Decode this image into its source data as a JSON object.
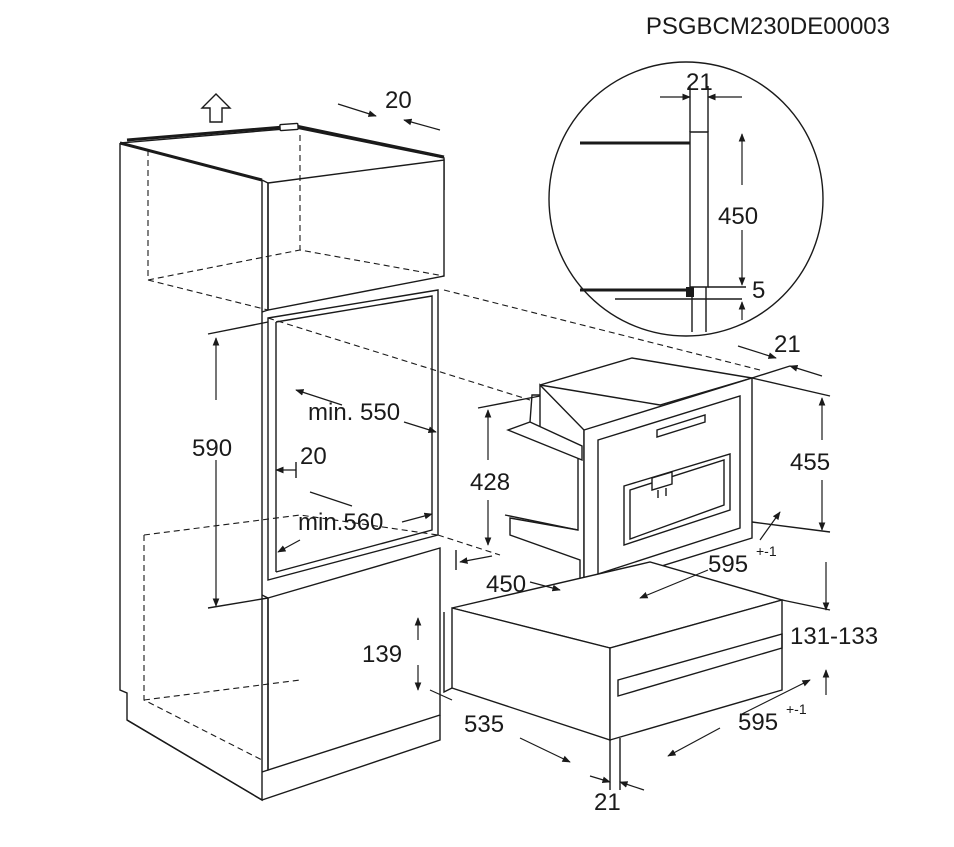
{
  "drawing_code": "PSGBCM230DE00003",
  "colors": {
    "line": "#1a1a1a",
    "background": "#ffffff"
  },
  "icons": {
    "top_arrow": "up-arrow-outline-icon"
  },
  "dimensions": {
    "d20_top": "20",
    "d21_detail": "21",
    "d450_detail": "450",
    "d5_detail": "5",
    "d21_side": "21",
    "d590": "590",
    "min550": "min. 550",
    "d20_mid": "20",
    "min560": "min.560",
    "d428": "428",
    "d455": "455",
    "d595_upper": "595",
    "d595_upper_tol": "+-1",
    "d450_depth": "450",
    "d131_133": "131-133",
    "d139": "139",
    "d535": "535",
    "d595_lower": "595",
    "d595_lower_tol": "+-1",
    "d21_bottom": "21"
  }
}
